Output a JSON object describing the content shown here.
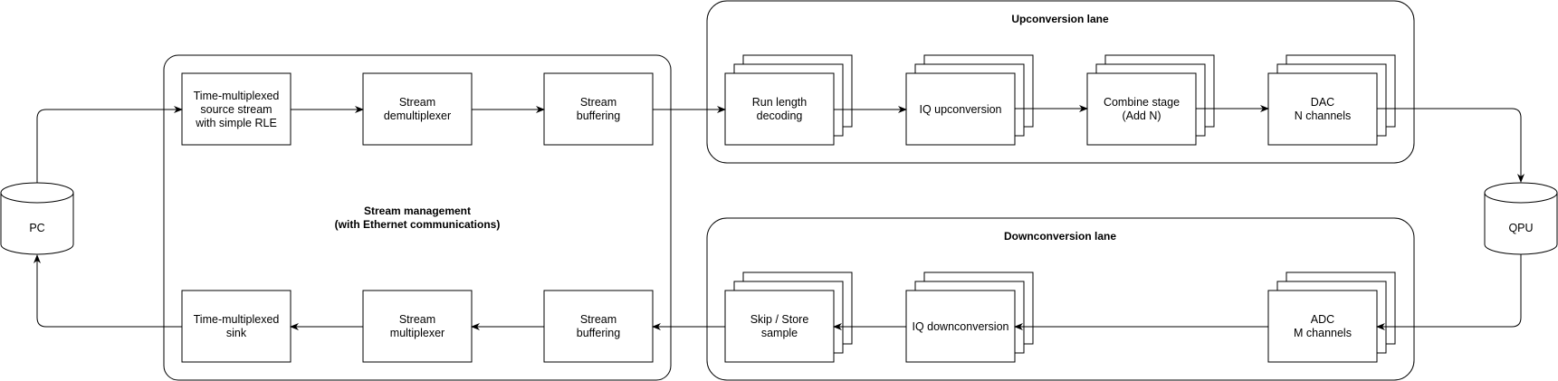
{
  "containers": {
    "stream_management": {
      "title_line1": "Stream management",
      "title_line2": "(with Ethernet communications)"
    },
    "upconversion_lane": {
      "title": "Upconversion lane"
    },
    "downconversion_lane": {
      "title": "Downconversion lane"
    }
  },
  "nodes": {
    "pc": {
      "label": "PC"
    },
    "qpu": {
      "label": "QPU"
    },
    "source_stream": {
      "line1": "Time-multiplexed",
      "line2": "source stream",
      "line3": "with simple RLE"
    },
    "demux": {
      "line1": "Stream",
      "line2": "demultiplexer"
    },
    "buffer_up": {
      "line1": "Stream",
      "line2": "buffering"
    },
    "rle_decode": {
      "line1": "Run length",
      "line2": "decoding"
    },
    "iq_up": {
      "line1": "IQ upconversion"
    },
    "combine": {
      "line1": "Combine stage",
      "line2": "(Add N)"
    },
    "dac": {
      "line1": "DAC",
      "line2": "N channels"
    },
    "adc": {
      "line1": "ADC",
      "line2": "M channels"
    },
    "iq_down": {
      "line1": "IQ downconversion"
    },
    "skip_store": {
      "line1": "Skip / Store",
      "line2": "sample"
    },
    "buffer_down": {
      "line1": "Stream",
      "line2": "buffering"
    },
    "mux": {
      "line1": "Stream",
      "line2": "multiplexer"
    },
    "sink": {
      "line1": "Time-multiplexed",
      "line2": "sink"
    }
  },
  "edges": [
    {
      "from": "pc",
      "to": "source_stream"
    },
    {
      "from": "source_stream",
      "to": "demux"
    },
    {
      "from": "demux",
      "to": "buffer_up"
    },
    {
      "from": "buffer_up",
      "to": "rle_decode"
    },
    {
      "from": "rle_decode",
      "to": "iq_up"
    },
    {
      "from": "iq_up",
      "to": "combine"
    },
    {
      "from": "combine",
      "to": "dac"
    },
    {
      "from": "dac",
      "to": "qpu"
    },
    {
      "from": "qpu",
      "to": "adc"
    },
    {
      "from": "adc",
      "to": "iq_down"
    },
    {
      "from": "iq_down",
      "to": "skip_store"
    },
    {
      "from": "skip_store",
      "to": "buffer_down"
    },
    {
      "from": "buffer_down",
      "to": "mux"
    },
    {
      "from": "mux",
      "to": "sink"
    },
    {
      "from": "sink",
      "to": "pc"
    }
  ]
}
